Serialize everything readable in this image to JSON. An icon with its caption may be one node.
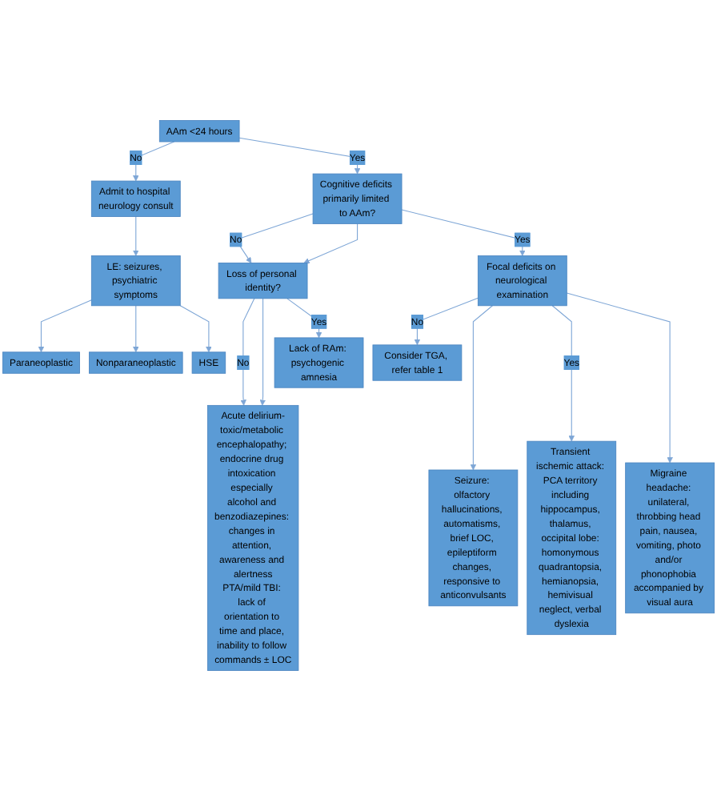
{
  "diagram": {
    "nodes": [
      {
        "text": [
          "AAm <24 hours"
        ]
      },
      {
        "text": [
          "Admit to hospital neurology consult"
        ]
      },
      {
        "text": [
          "LE: seizures, psychiatric symptoms"
        ]
      },
      {
        "text": [
          "Paraneoplastic"
        ]
      },
      {
        "text": [
          "Nonparaneoplastic"
        ]
      },
      {
        "text": [
          "HSE"
        ]
      },
      {
        "text": [
          "Cognitive deficits primarily limited to AAm?"
        ]
      },
      {
        "text": [
          "Loss of personal identity?"
        ]
      },
      {
        "text": [
          "Acute delirium-toxic/metabolic encephalopathy; endocrine drug intoxication especially alcohol and benzodiazepines: changes in attention, awareness and alertness",
          "PTA/mild TBI: lack of orientation to time and place, inability to follow commands ± LOC"
        ]
      },
      {
        "text": [
          "Lack of RAm: psychogenic amnesia"
        ]
      },
      {
        "text": [
          "Focal deficits on neurological examination"
        ]
      },
      {
        "text": [
          "Consider TGA, refer table 1"
        ]
      },
      {
        "text": [
          "Seizure: olfactory hallucinations, automatisms, brief LOC, epileptiform changes, responsive to anticonvulsants"
        ]
      },
      {
        "text": [
          "Transient ischemic attack: PCA territory including hippocampus, thalamus, occipital lobe: homonymous quadrantopsia, hemianopsia, hemivisual neglect, verbal dyslexia"
        ]
      },
      {
        "text": [
          "Migraine headache: unilateral, throbbing head pain, nausea, vomiting, photo and/or phonophobia accompanied by visual aura"
        ]
      }
    ],
    "edges": [
      {
        "from": 0,
        "to": 1,
        "arrow": "to",
        "label": "No"
      },
      {
        "from": 1,
        "to": 2,
        "arrow": "to"
      },
      {
        "from": 2,
        "to": 3,
        "arrow": "to"
      },
      {
        "from": 2,
        "to": 4,
        "arrow": "to"
      },
      {
        "from": 2,
        "to": 5,
        "arrow": "to"
      },
      {
        "from": 0,
        "to": 6,
        "arrow": "to",
        "label": "Yes"
      },
      {
        "from": 6,
        "to": 7,
        "arrow": "to",
        "label": "No"
      },
      {
        "from": 6,
        "to": 7,
        "arrow": "to"
      },
      {
        "from": 7,
        "to": 8,
        "arrow": "to",
        "label": "No"
      },
      {
        "from": 7,
        "to": 8,
        "arrow": "to"
      },
      {
        "from": 7,
        "to": 9,
        "arrow": "to",
        "label": "Yes"
      },
      {
        "from": 6,
        "to": 10,
        "arrow": "to",
        "label": "Yes"
      },
      {
        "from": 10,
        "to": 11,
        "arrow": "to",
        "label": "No"
      },
      {
        "from": 10,
        "to": 12,
        "arrow": "to"
      },
      {
        "from": 10,
        "to": 13,
        "arrow": "to",
        "label": "Yes"
      },
      {
        "from": 10,
        "to": 14,
        "arrow": "to"
      }
    ]
  }
}
